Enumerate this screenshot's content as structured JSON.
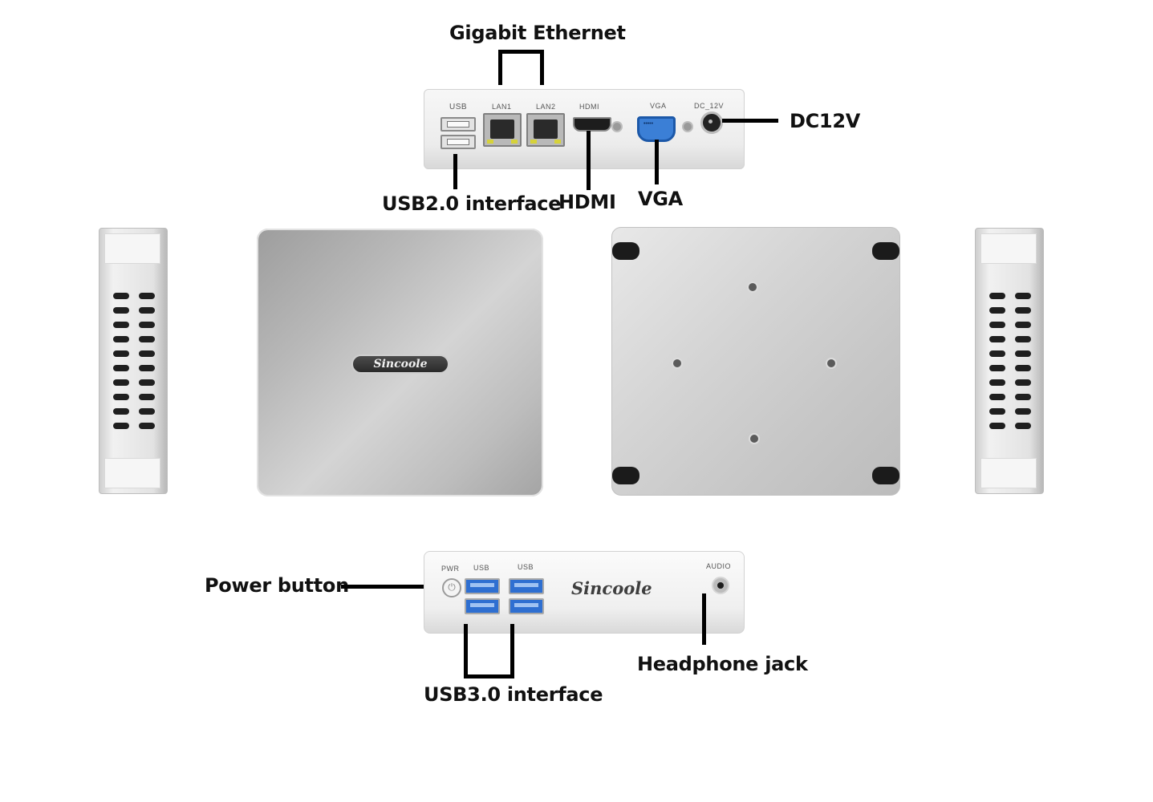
{
  "callouts": {
    "gigabit_ethernet": "Gigabit Ethernet",
    "dc12v": "DC12V",
    "usb20": "USB2.0 interface",
    "hdmi": "HDMI",
    "vga": "VGA",
    "power_button": "Power button",
    "headphone_jack": "Headphone jack",
    "usb30": "USB3.0  interface"
  },
  "rear_labels": {
    "usb": "USB",
    "lan1": "LAN1",
    "lan2": "LAN2",
    "hdmi": "HDMI",
    "vga": "VGA",
    "dc": "DC_12V"
  },
  "front_labels": {
    "pwr": "PWR",
    "usb_a": "USB",
    "usb_b": "USB",
    "audio": "AUDIO",
    "brand": "Sincoole"
  },
  "top_badge": "Sincoole",
  "icons": {
    "power": "power-icon"
  }
}
